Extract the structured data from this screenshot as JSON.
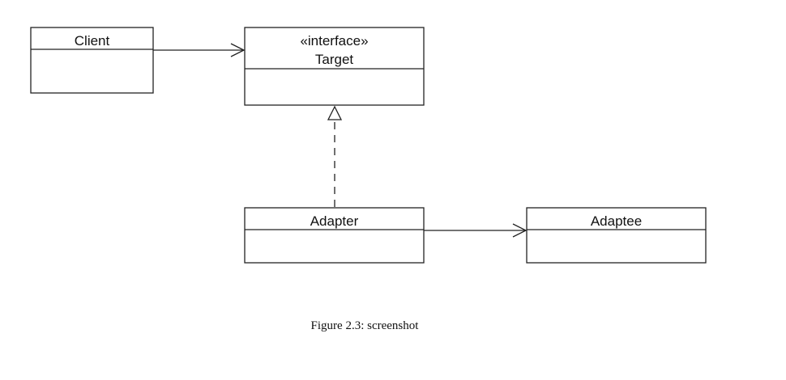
{
  "diagram": {
    "classes": [
      {
        "id": "client",
        "stereotype": "",
        "name": "Client"
      },
      {
        "id": "target",
        "stereotype": "«interface»",
        "name": "Target"
      },
      {
        "id": "adapter",
        "stereotype": "",
        "name": "Adapter"
      },
      {
        "id": "adaptee",
        "stereotype": "",
        "name": "Adaptee"
      }
    ],
    "relations": [
      {
        "type": "association",
        "from": "client",
        "to": "target"
      },
      {
        "type": "realization",
        "from": "adapter",
        "to": "target"
      },
      {
        "type": "association",
        "from": "adapter",
        "to": "adaptee"
      }
    ],
    "colors": {
      "line": "#222222",
      "text": "#111111",
      "background": "#ffffff"
    }
  },
  "caption": "Figure 2.3: screenshot"
}
